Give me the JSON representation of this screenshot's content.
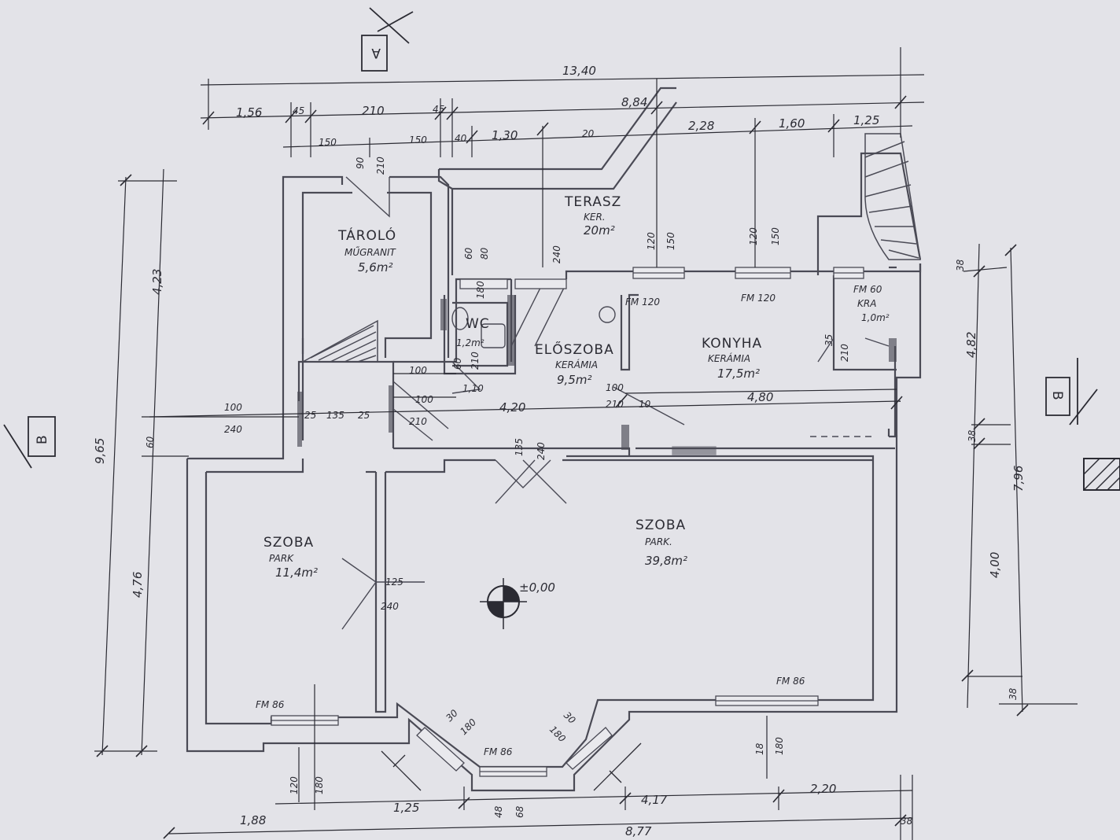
{
  "colors": {
    "paper": "#e9e9ed",
    "ink": "#2b2b33",
    "wall": "#4a4a55",
    "grey": "#8a8a92"
  },
  "rooms": {
    "tarolo": {
      "name": "TÁROLÓ",
      "sub": "MŰGRANIT",
      "area": "5,6m²"
    },
    "terasz": {
      "name": "TERASZ",
      "sub": "KER.",
      "area": "20m²"
    },
    "wc": {
      "name": "WC",
      "area": "1,2m²"
    },
    "eloszoba": {
      "name": "ELŐSZOBA",
      "sub": "KERÁMIA",
      "area": "9,5m²"
    },
    "konyha": {
      "name": "KONYHA",
      "sub": "KERÁMIA",
      "area": "17,5m²"
    },
    "kamra": {
      "name": "KRA",
      "area": "1,0m²"
    },
    "szoba_small": {
      "name": "SZOBA",
      "sub": "PARK",
      "area": "11,4m²"
    },
    "szoba_large": {
      "name": "SZOBA",
      "sub": "PARK.",
      "area": "39,8m²"
    }
  },
  "level_marker": "±0,00",
  "section_labels": {
    "a": "A",
    "b_left": "B",
    "b_right": "B"
  },
  "windows": {
    "fm120_a": "FM 120",
    "fm120_b": "FM 120",
    "fm60": "FM 60",
    "fm86_left": "FM 86",
    "fm86_right": "FM 86",
    "fm86_bay": "FM 86"
  },
  "dims": {
    "top_total": "13,40",
    "top_884": "8,84",
    "top_156": "1,56",
    "top_45a": "45",
    "top_210": "210",
    "top_45b": "45",
    "top_150a": "150",
    "top_150b": "150",
    "top_40": "40",
    "top_130": "1,30",
    "top_20": "20",
    "top_228": "2,28",
    "top_160": "1,60",
    "top_125": "1,25",
    "left_965": "9,65",
    "left_423": "4,23",
    "left_60": "60",
    "left_476": "4,76",
    "right_38a": "38",
    "right_482": "4,82",
    "right_38b": "38",
    "right_796": "7,96",
    "right_400": "4,00",
    "right_38c": "38",
    "bottom_188": "1,88",
    "bottom_877": "8,77",
    "bottom_125": "1,25",
    "bottom_417": "4,17",
    "bottom_220": "2,20",
    "bottom_38": "38",
    "bottom_120": "120",
    "bottom_180a": "180",
    "bottom_180b": "180",
    "bottom_18": "18",
    "bottom_68": "68",
    "bottom_48": "48",
    "int_420": "4,20",
    "int_480": "4,80",
    "int_100a": "100",
    "int_240a": "240",
    "int_100b": "100",
    "int_210a": "210",
    "int_100c": "100",
    "int_110": "1,10",
    "int_100d": "100",
    "int_210b": "210",
    "int_10": "10",
    "int_135": "135",
    "int_25a": "25",
    "int_25b": "25",
    "int_125": "125",
    "int_240b": "240",
    "int_135b": "135",
    "int_240c": "240",
    "int_90": "90",
    "int_210c": "210",
    "int_60": "60",
    "int_240d": "240",
    "int_80": "80",
    "int_120a": "120",
    "int_150a": "150",
    "int_120b": "120",
    "int_150b": "150",
    "int_35": "35",
    "int_210d": "210",
    "int_180": "180",
    "int_60b": "60",
    "int_210e": "210",
    "int_30a": "30",
    "int_180b": "180",
    "int_30b": "30",
    "int_180c": "180"
  }
}
